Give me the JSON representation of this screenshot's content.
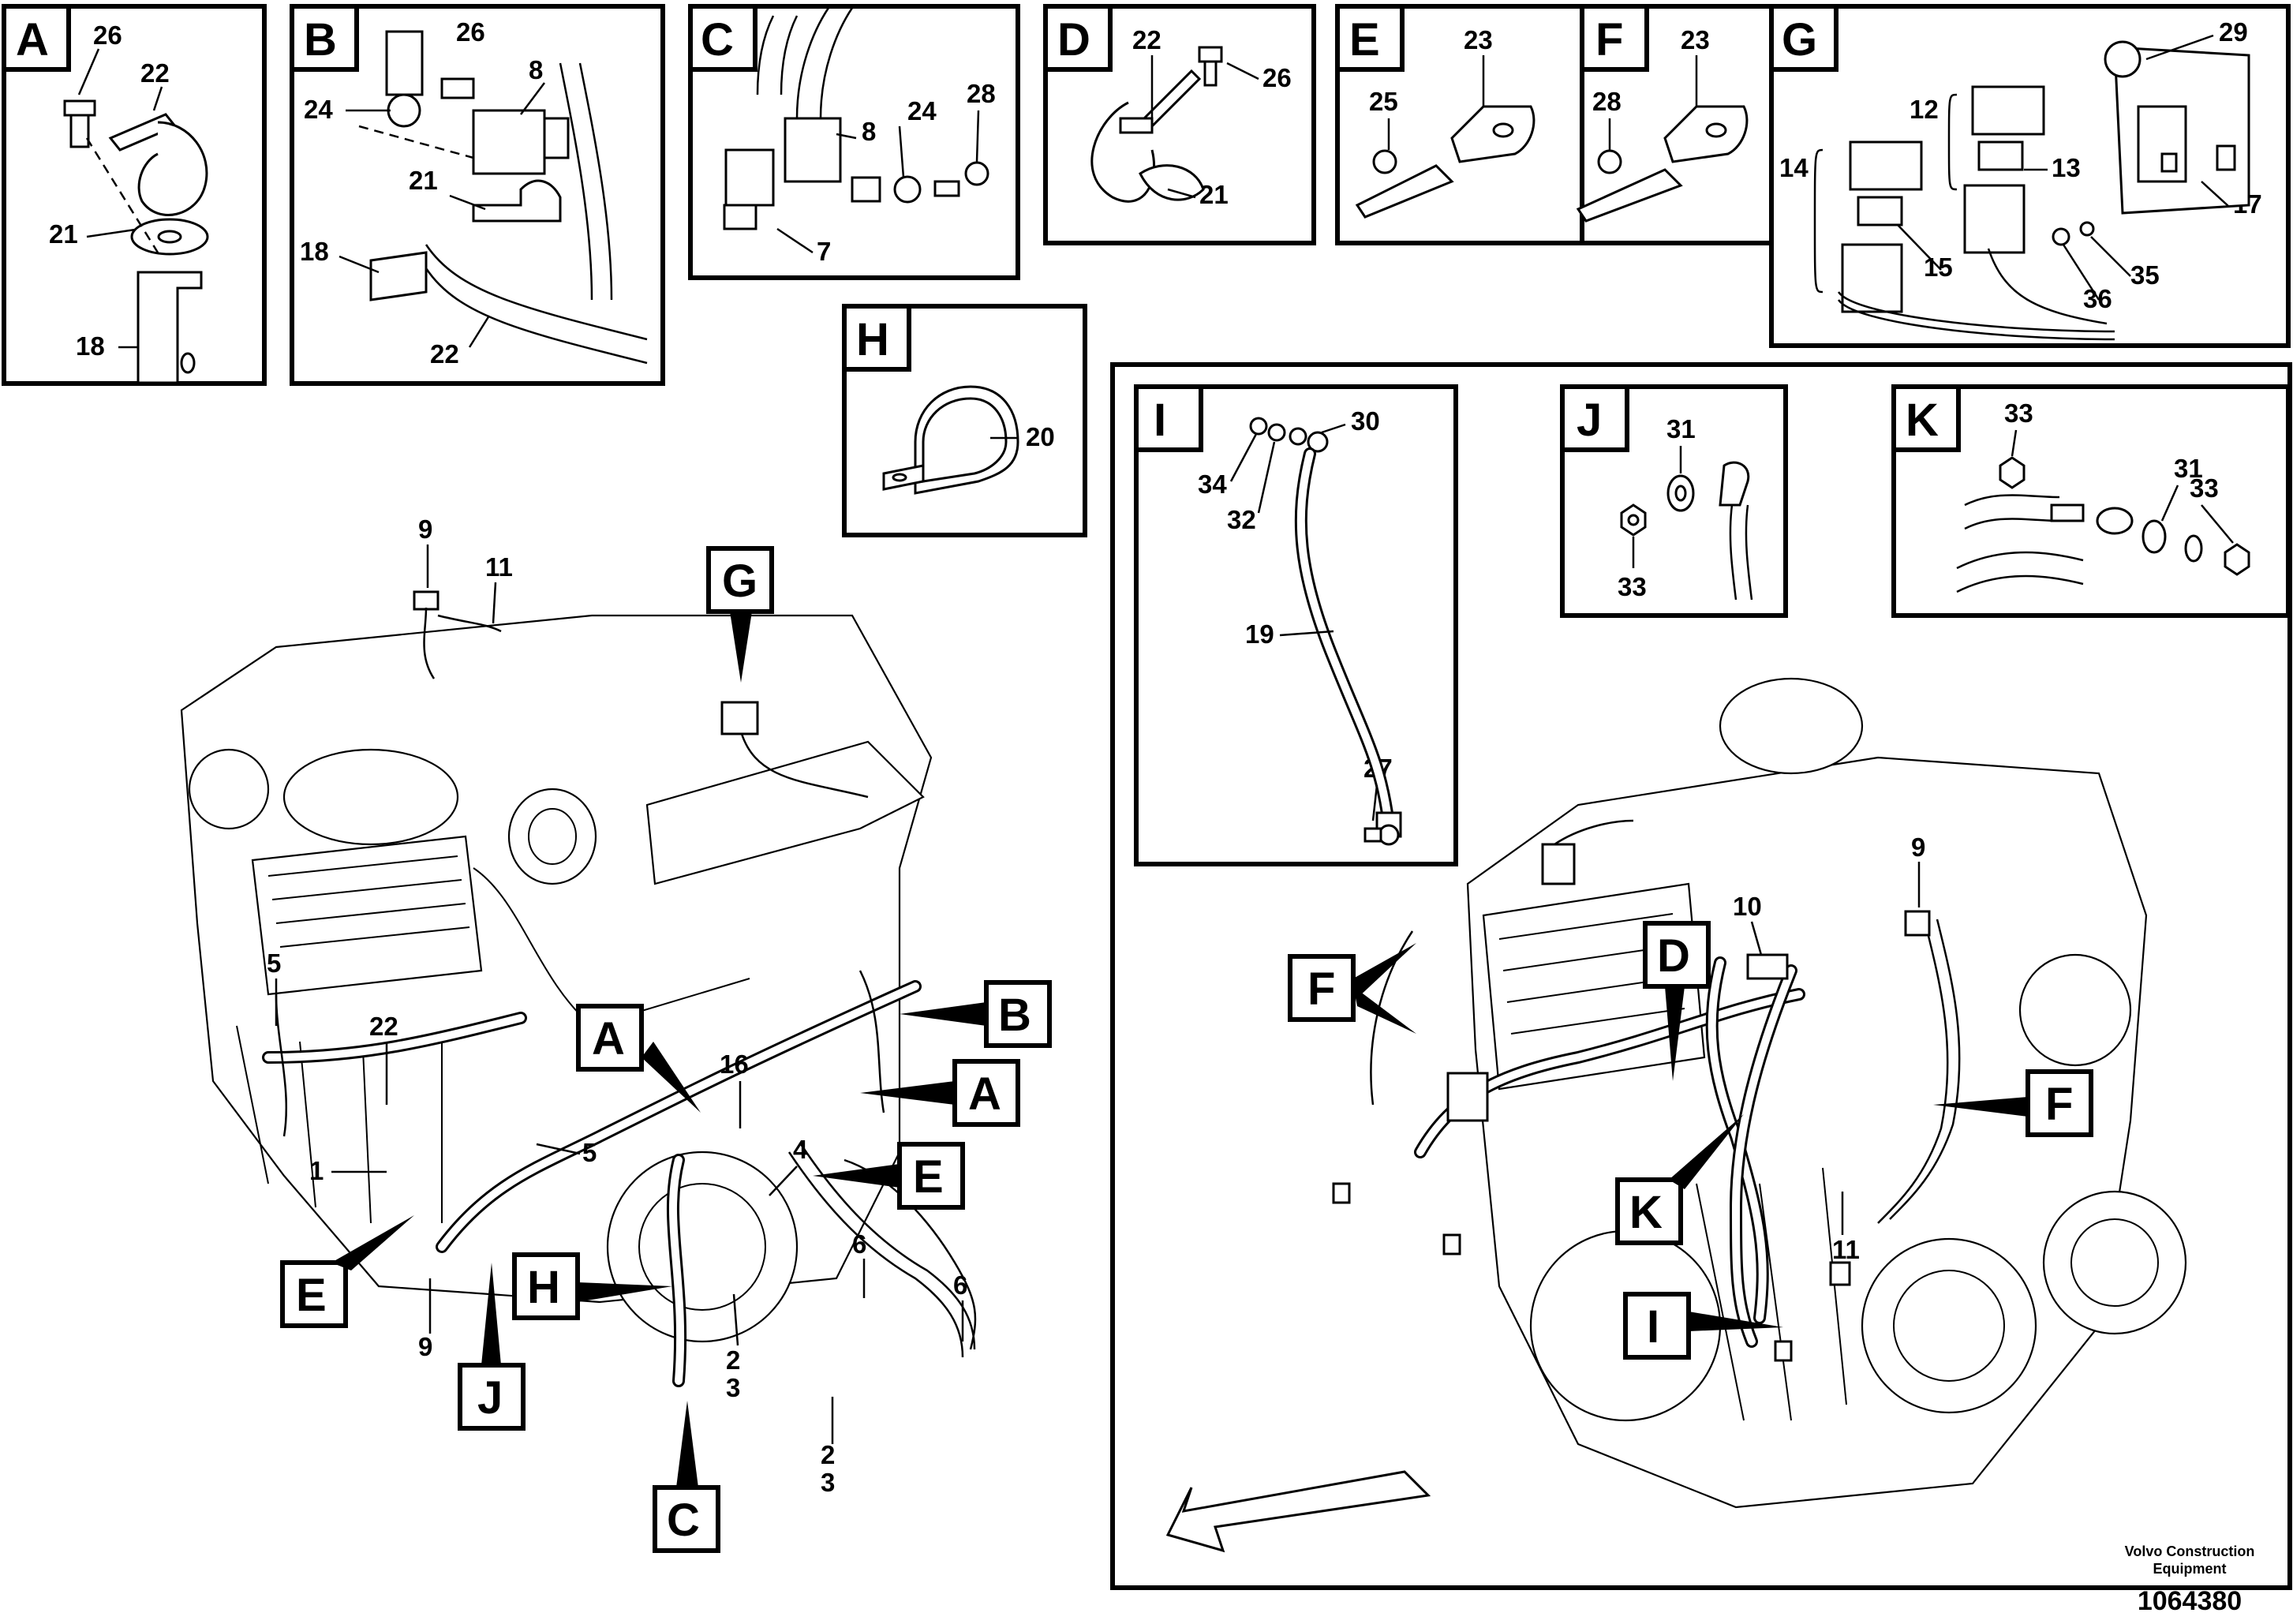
{
  "detail_tags": {
    "A": "A",
    "B": "B",
    "C": "C",
    "D": "D",
    "E": "E",
    "F": "F",
    "G": "G",
    "H": "H",
    "I": "I",
    "J": "J",
    "K": "K"
  },
  "part_numbers": {
    "n1": "1",
    "n2": "2",
    "n3": "3",
    "n4": "4",
    "n5": "5",
    "n6": "6",
    "n7": "7",
    "n8": "8",
    "n9": "9",
    "n10": "10",
    "n11": "11",
    "n12": "12",
    "n13": "13",
    "n14": "14",
    "n15": "15",
    "n16": "16",
    "n17": "17",
    "n18": "18",
    "n19": "19",
    "n20": "20",
    "n21": "21",
    "n22": "22",
    "n23": "23",
    "n24": "24",
    "n25": "25",
    "n26": "26",
    "n27": "27",
    "n28": "28",
    "n29": "29",
    "n30": "30",
    "n31": "31",
    "n32": "32",
    "n33": "33",
    "n34": "34",
    "n35": "35",
    "n36": "36"
  },
  "footer": {
    "company_line1": "Volvo Construction",
    "company_line2": "Equipment",
    "document_number": "1064380"
  }
}
